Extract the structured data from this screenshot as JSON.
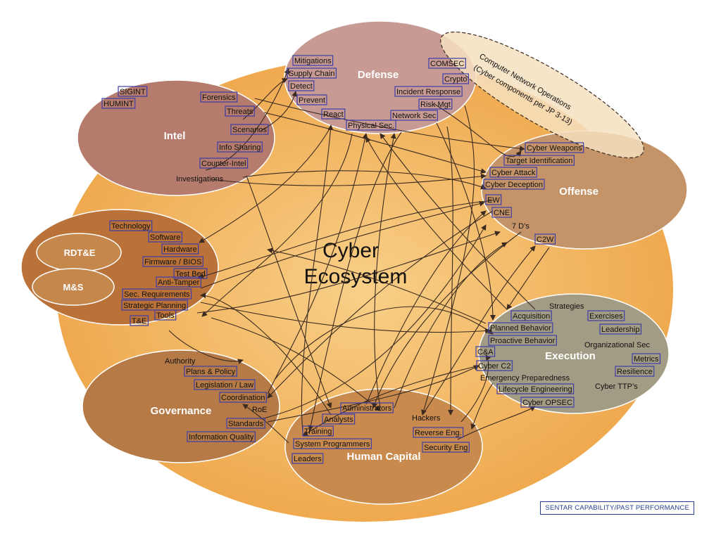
{
  "diagram": {
    "title_line1": "Cyber",
    "title_line2": "Ecosystem",
    "cno_line1": "Computer Network Operations",
    "cno_line2": "(Cyber components per JP 3-13)",
    "footer": "SENTAR CAPABILITY/PAST PERFORMANCE"
  },
  "colors": {
    "outer_fill": "#f2b45c",
    "defense": "#c79a94",
    "intel": "#b57c6d",
    "offense": "#c49468",
    "rdte": "#ba7238",
    "execution": "#a39c84",
    "governance": "#b57a45",
    "human_capital": "#c98a4e",
    "box_stroke": "#3e3ea8",
    "arrow": "#3b2a20"
  },
  "nodes": {
    "defense": {
      "title": "Defense",
      "items": [
        {
          "text": "Mitigations",
          "boxed": true
        },
        {
          "text": "Supply Chain",
          "boxed": true
        },
        {
          "text": "Detect",
          "boxed": true
        },
        {
          "text": "Prevent",
          "boxed": true
        },
        {
          "text": "React",
          "boxed": true
        },
        {
          "text": "Physical Sec.",
          "boxed": true
        },
        {
          "text": "COMSEC",
          "boxed": true
        },
        {
          "text": "Crypto",
          "boxed": true
        },
        {
          "text": "Incident Response",
          "boxed": true
        },
        {
          "text": "Risk Mgt",
          "boxed": true
        },
        {
          "text": "Network Sec",
          "boxed": true
        }
      ]
    },
    "intel": {
      "title": "Intel",
      "items": [
        {
          "text": "SIGINT",
          "boxed": true
        },
        {
          "text": "HUMINT",
          "boxed": true
        },
        {
          "text": "Forensics",
          "boxed": true
        },
        {
          "text": "Threats",
          "boxed": true
        },
        {
          "text": "Scenarios",
          "boxed": true
        },
        {
          "text": "Info Sharing",
          "boxed": true
        },
        {
          "text": "Counter-Intel",
          "boxed": true
        },
        {
          "text": "Investigations",
          "boxed": false
        }
      ]
    },
    "offense": {
      "title": "Offense",
      "items": [
        {
          "text": "Cyber Weapons",
          "boxed": true
        },
        {
          "text": "Target Identification",
          "boxed": true
        },
        {
          "text": "Cyber Attack",
          "boxed": true
        },
        {
          "text": "Cyber Deception",
          "boxed": true
        },
        {
          "text": "EW",
          "boxed": true
        },
        {
          "text": "CNE",
          "boxed": true
        },
        {
          "text": "7 D’s",
          "boxed": false
        },
        {
          "text": "C2W",
          "boxed": true
        }
      ]
    },
    "rdte": {
      "sub1": "RDT&E",
      "sub2": "M&S",
      "items": [
        {
          "text": "Technology",
          "boxed": true
        },
        {
          "text": "Software",
          "boxed": true
        },
        {
          "text": "Hardware",
          "boxed": true
        },
        {
          "text": "Firmware / BIOS",
          "boxed": true
        },
        {
          "text": "Test Bed",
          "boxed": true
        },
        {
          "text": "Anti-Tamper",
          "boxed": true
        },
        {
          "text": "Sec. Requirements",
          "boxed": true
        },
        {
          "text": "Strategic Planning",
          "boxed": true
        },
        {
          "text": "Tools",
          "boxed": true
        },
        {
          "text": "T&E",
          "boxed": true
        }
      ]
    },
    "execution": {
      "title": "Execution",
      "items": [
        {
          "text": "Strategies",
          "boxed": false
        },
        {
          "text": "Acquisition",
          "boxed": true
        },
        {
          "text": "Exercises",
          "boxed": true
        },
        {
          "text": "Planned Behavior",
          "boxed": true
        },
        {
          "text": "Leadership",
          "boxed": true
        },
        {
          "text": "Proactive Behavior",
          "boxed": true
        },
        {
          "text": "Organizational Sec",
          "boxed": false
        },
        {
          "text": "C&A",
          "boxed": true
        },
        {
          "text": "Metrics",
          "boxed": true
        },
        {
          "text": "Cyber C2",
          "boxed": true
        },
        {
          "text": "Resilience",
          "boxed": true
        },
        {
          "text": "Emergency Preparedness",
          "boxed": false
        },
        {
          "text": "Cyber TTP’s",
          "boxed": false
        },
        {
          "text": "Lifecycle Engineering",
          "boxed": true
        },
        {
          "text": "Cyber OPSEC",
          "boxed": true
        }
      ]
    },
    "governance": {
      "title": "Governance",
      "items": [
        {
          "text": "Authority",
          "boxed": false
        },
        {
          "text": "Plans & Policy",
          "boxed": true
        },
        {
          "text": "Legislation / Law",
          "boxed": true
        },
        {
          "text": "Coordination",
          "boxed": true
        },
        {
          "text": "RoE",
          "boxed": false
        },
        {
          "text": "Standards",
          "boxed": true
        },
        {
          "text": "Information Quality",
          "boxed": true
        }
      ]
    },
    "human_capital": {
      "title": "Human Capital",
      "items": [
        {
          "text": "Administrators",
          "boxed": true
        },
        {
          "text": "Analysts",
          "boxed": true
        },
        {
          "text": "Hackers",
          "boxed": false
        },
        {
          "text": "Training",
          "boxed": true
        },
        {
          "text": "Reverse Eng.",
          "boxed": true
        },
        {
          "text": "System Programmers",
          "boxed": true
        },
        {
          "text": "Security Eng",
          "boxed": true
        },
        {
          "text": "Leaders",
          "boxed": true
        }
      ]
    }
  }
}
